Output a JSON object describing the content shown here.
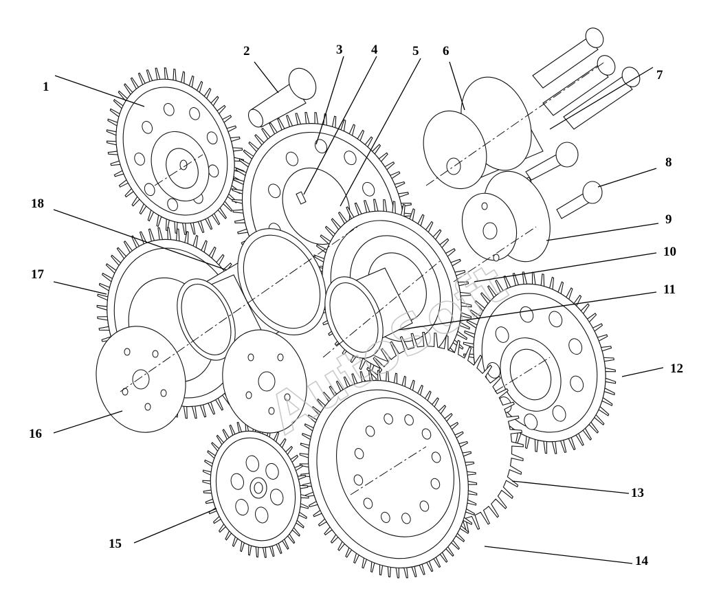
{
  "callouts": [
    {
      "id": "1",
      "label": "1"
    },
    {
      "id": "2",
      "label": "2"
    },
    {
      "id": "3",
      "label": "3"
    },
    {
      "id": "4",
      "label": "4"
    },
    {
      "id": "5",
      "label": "5"
    },
    {
      "id": "6",
      "label": "6"
    },
    {
      "id": "7",
      "label": "7"
    },
    {
      "id": "8",
      "label": "8"
    },
    {
      "id": "9",
      "label": "9"
    },
    {
      "id": "10",
      "label": "10"
    },
    {
      "id": "11",
      "label": "11"
    },
    {
      "id": "12",
      "label": "12"
    },
    {
      "id": "13",
      "label": "13"
    },
    {
      "id": "14",
      "label": "14"
    },
    {
      "id": "15",
      "label": "15"
    },
    {
      "id": "16",
      "label": "16"
    },
    {
      "id": "17",
      "label": "17"
    },
    {
      "id": "18",
      "label": "18"
    }
  ],
  "watermark": "AutoSoft",
  "colors": {
    "line": "#111111",
    "background": "#ffffff",
    "watermark": "#b9b9b9"
  }
}
